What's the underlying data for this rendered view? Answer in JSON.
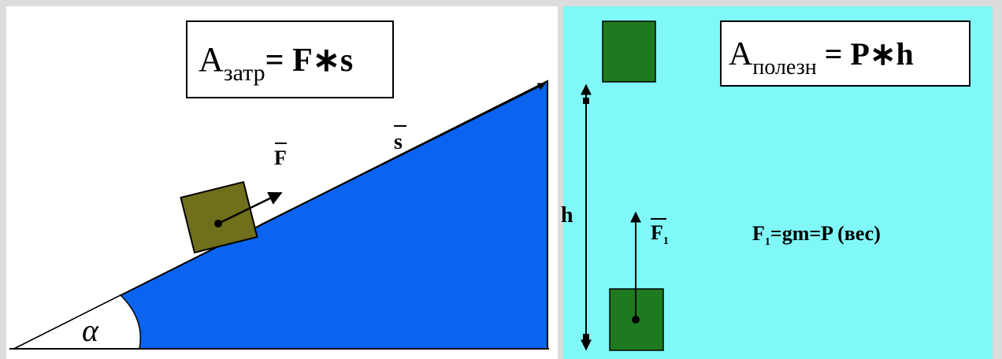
{
  "colors": {
    "frame_bg": "#dcdcdc",
    "left_panel": "#ffffff",
    "right_panel": "#80f8f8",
    "incline_fill": "#0a64f0",
    "block_olive": "#6f6f1c",
    "block_green": "#1f7a1f",
    "ink": "#000000"
  },
  "left_panel": {
    "formula": {
      "main": "A",
      "sub": "затр",
      "rest": "= F∗s"
    },
    "force_label": "F",
    "displacement_label": "s",
    "angle_label": "α"
  },
  "right_panel": {
    "formula": {
      "main": "A",
      "sub": "полезн",
      "rest": " = P∗h"
    },
    "height_label": "h",
    "force_label": "F",
    "force_sub": "1",
    "relation": {
      "lead": "F",
      "sub": "1",
      "rest": "=gm=P (вес)"
    }
  }
}
